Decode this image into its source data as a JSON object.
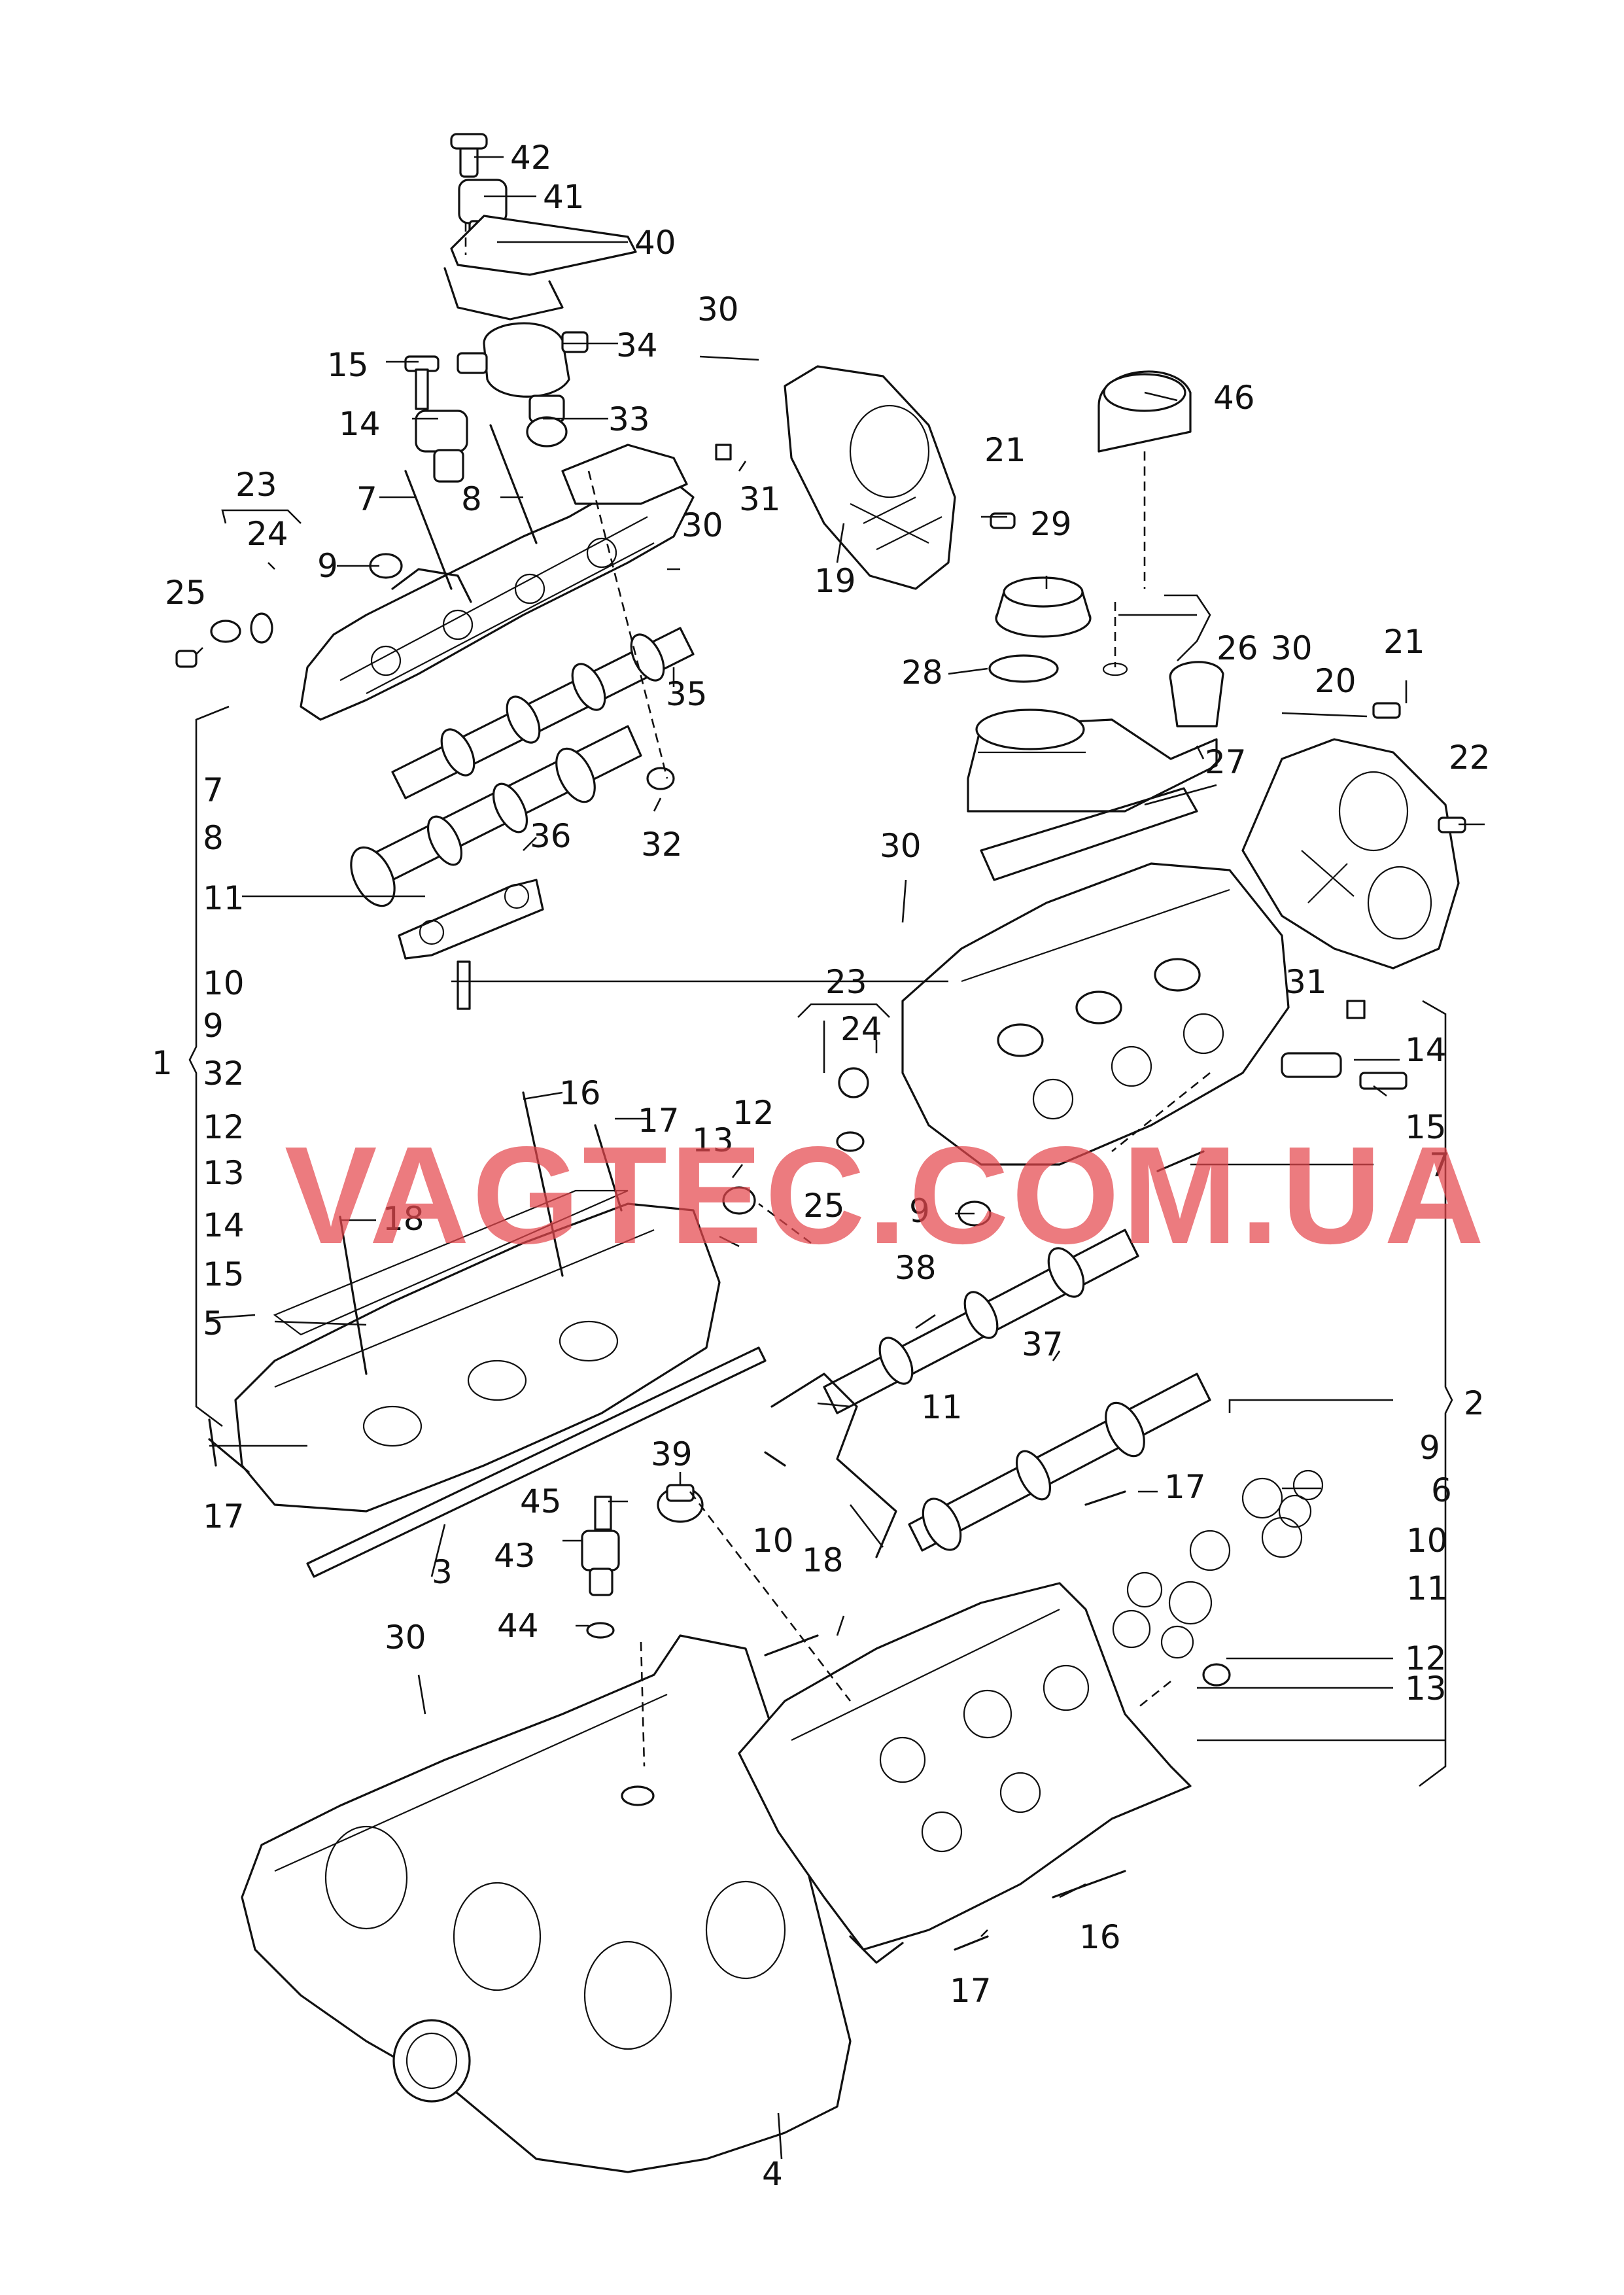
{
  "watermark": "VAGTEC.COM.UA",
  "callouts": [
    {
      "id": "42",
      "label": "42"
    },
    {
      "id": "41",
      "label": "41"
    },
    {
      "id": "40",
      "label": "40"
    },
    {
      "id": "30a",
      "label": "30"
    },
    {
      "id": "34",
      "label": "34"
    },
    {
      "id": "15a",
      "label": "15"
    },
    {
      "id": "33",
      "label": "33"
    },
    {
      "id": "14a",
      "label": "14"
    },
    {
      "id": "46",
      "label": "46"
    },
    {
      "id": "21a",
      "label": "21"
    },
    {
      "id": "31a",
      "label": "31"
    },
    {
      "id": "7a",
      "label": "7"
    },
    {
      "id": "8a",
      "label": "8"
    },
    {
      "id": "23a",
      "label": "23"
    },
    {
      "id": "29",
      "label": "29"
    },
    {
      "id": "24a",
      "label": "24"
    },
    {
      "id": "30b",
      "label": "30"
    },
    {
      "id": "9a",
      "label": "9"
    },
    {
      "id": "19",
      "label": "19"
    },
    {
      "id": "25a",
      "label": "25"
    },
    {
      "id": "26",
      "label": "26"
    },
    {
      "id": "30c",
      "label": "30"
    },
    {
      "id": "21b",
      "label": "21"
    },
    {
      "id": "28",
      "label": "28"
    },
    {
      "id": "35",
      "label": "35"
    },
    {
      "id": "20",
      "label": "20"
    },
    {
      "id": "22",
      "label": "22"
    },
    {
      "id": "27",
      "label": "27"
    },
    {
      "id": "7b",
      "label": "7"
    },
    {
      "id": "8b",
      "label": "8"
    },
    {
      "id": "36",
      "label": "36"
    },
    {
      "id": "32a",
      "label": "32"
    },
    {
      "id": "30d",
      "label": "30"
    },
    {
      "id": "11a",
      "label": "11"
    },
    {
      "id": "10a",
      "label": "10"
    },
    {
      "id": "23b",
      "label": "23"
    },
    {
      "id": "31b",
      "label": "31"
    },
    {
      "id": "9b",
      "label": "9"
    },
    {
      "id": "24b",
      "label": "24"
    },
    {
      "id": "14b",
      "label": "14"
    },
    {
      "id": "1",
      "label": "1"
    },
    {
      "id": "32b",
      "label": "32"
    },
    {
      "id": "16a",
      "label": "16"
    },
    {
      "id": "15b",
      "label": "15"
    },
    {
      "id": "12a",
      "label": "12"
    },
    {
      "id": "17a",
      "label": "17"
    },
    {
      "id": "12b",
      "label": "12"
    },
    {
      "id": "13a",
      "label": "13"
    },
    {
      "id": "7c",
      "label": "7"
    },
    {
      "id": "13b",
      "label": "13"
    },
    {
      "id": "18a",
      "label": "18"
    },
    {
      "id": "25b",
      "label": "25"
    },
    {
      "id": "9c",
      "label": "9"
    },
    {
      "id": "14c",
      "label": "14"
    },
    {
      "id": "15c",
      "label": "15"
    },
    {
      "id": "38",
      "label": "38"
    },
    {
      "id": "5",
      "label": "5"
    },
    {
      "id": "37",
      "label": "37"
    },
    {
      "id": "11b",
      "label": "11"
    },
    {
      "id": "2",
      "label": "2"
    },
    {
      "id": "9d",
      "label": "9"
    },
    {
      "id": "39",
      "label": "39"
    },
    {
      "id": "17b",
      "label": "17"
    },
    {
      "id": "17c",
      "label": "17"
    },
    {
      "id": "6",
      "label": "6"
    },
    {
      "id": "45",
      "label": "45"
    },
    {
      "id": "10b",
      "label": "10"
    },
    {
      "id": "10c",
      "label": "10"
    },
    {
      "id": "3",
      "label": "3"
    },
    {
      "id": "43",
      "label": "43"
    },
    {
      "id": "18b",
      "label": "18"
    },
    {
      "id": "11c",
      "label": "11"
    },
    {
      "id": "44",
      "label": "44"
    },
    {
      "id": "30e",
      "label": "30"
    },
    {
      "id": "12c",
      "label": "12"
    },
    {
      "id": "13c",
      "label": "13"
    },
    {
      "id": "16b",
      "label": "16"
    },
    {
      "id": "17d",
      "label": "17"
    },
    {
      "id": "4",
      "label": "4"
    }
  ]
}
